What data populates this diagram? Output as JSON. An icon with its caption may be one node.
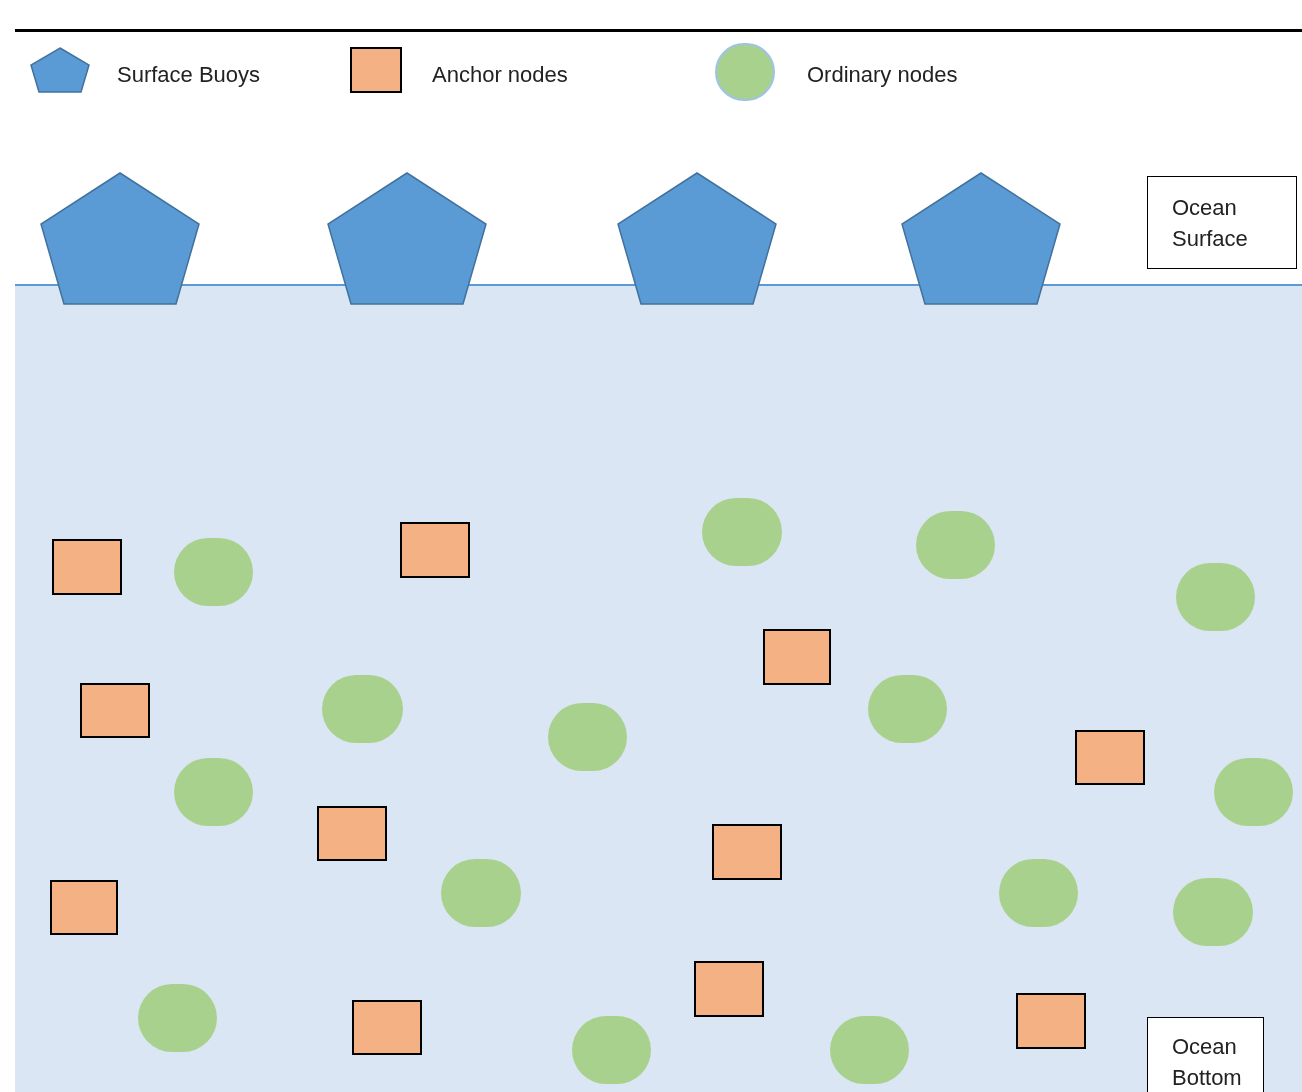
{
  "diagram": {
    "nodes": [
      {
        "text": [],
        "shape": "pentagon"
      },
      {
        "text": [],
        "shape": "pentagon"
      },
      {
        "text": [],
        "shape": "pentagon"
      },
      {
        "text": [],
        "shape": "pentagon"
      },
      {
        "text": [
          "Ocean Surface"
        ]
      },
      {
        "text": [],
        "shape": "box"
      },
      {
        "text": [],
        "shape": "box"
      },
      {
        "text": [],
        "shape": "box"
      },
      {
        "text": [],
        "shape": "box"
      },
      {
        "text": [],
        "shape": "box"
      },
      {
        "text": [],
        "shape": "box"
      },
      {
        "text": [],
        "shape": "box"
      },
      {
        "text": [],
        "shape": "box"
      },
      {
        "text": [],
        "shape": "box"
      },
      {
        "text": [],
        "shape": "box"
      },
      {
        "text": [],
        "shape": "box"
      },
      {
        "text": [],
        "shape": "circle"
      },
      {
        "text": [],
        "shape": "circle"
      },
      {
        "text": [],
        "shape": "circle"
      },
      {
        "text": [],
        "shape": "circle"
      },
      {
        "text": [],
        "shape": "circle"
      },
      {
        "text": [],
        "shape": "circle"
      },
      {
        "text": [],
        "shape": "circle"
      },
      {
        "text": [],
        "shape": "circle"
      },
      {
        "text": [],
        "shape": "circle"
      },
      {
        "text": [],
        "shape": "circle"
      },
      {
        "text": [],
        "shape": "circle"
      },
      {
        "text": [],
        "shape": "circle"
      },
      {
        "text": [],
        "shape": "circle"
      },
      {
        "text": [],
        "shape": "circle"
      },
      {
        "text": [],
        "shape": "circle"
      },
      {
        "text": [
          "Ocean Bottom"
        ]
      }
    ],
    "legend": [
      {
        "text": "Surface Buoys"
      },
      {
        "text": "Anchor nodes"
      },
      {
        "text": "Ordinary nodes"
      }
    ]
  }
}
